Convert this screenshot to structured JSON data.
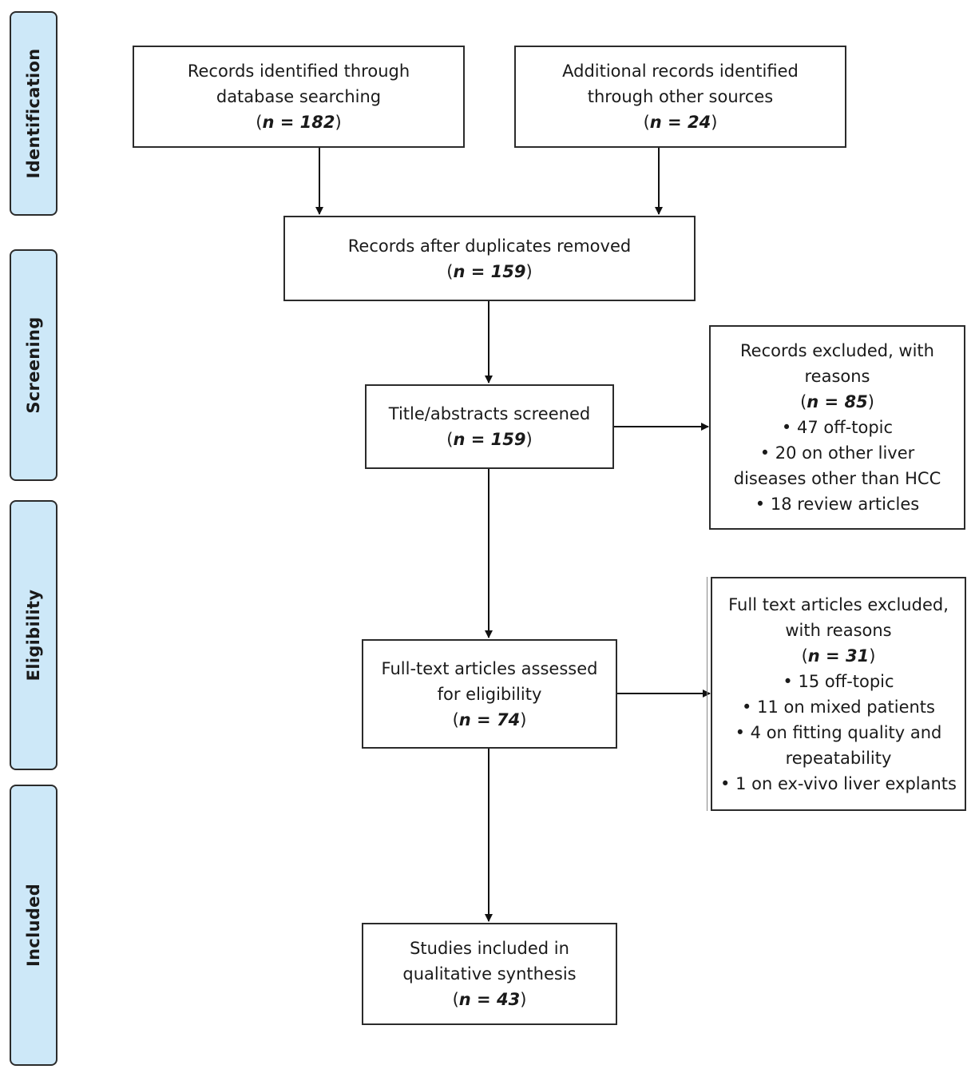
{
  "stages": [
    {
      "label": "Identification"
    },
    {
      "label": "Screening"
    },
    {
      "label": "Eligibility"
    },
    {
      "label": "Included"
    }
  ],
  "boxes": {
    "db_search": {
      "lines": [
        "Records identified through",
        "database searching"
      ],
      "n": "182"
    },
    "other_sources": {
      "lines": [
        "Additional records identified",
        "through other sources"
      ],
      "n": "24"
    },
    "dup_removed": {
      "lines": [
        "Records after duplicates removed"
      ],
      "n": "159"
    },
    "screened": {
      "lines": [
        "Title/abstracts screened"
      ],
      "n": "159"
    },
    "excluded_records": {
      "lines": [
        "Records excluded, with",
        "reasons"
      ],
      "n": "85",
      "reasons": [
        "• 47 off-topic",
        "• 20 on other liver",
        "diseases other than HCC",
        "• 18 review articles"
      ]
    },
    "fulltext_assessed": {
      "lines": [
        "Full-text articles assessed",
        "for eligibility"
      ],
      "n": "74"
    },
    "excluded_fulltext": {
      "lines": [
        "Full text articles excluded,",
        "with reasons"
      ],
      "n": "31",
      "reasons": [
        "• 15 off-topic",
        "• 11 on mixed patients",
        "• 4 on fitting quality and",
        "repeatability",
        "• 1 on ex-vivo liver explants"
      ]
    },
    "included": {
      "lines": [
        "Studies included in",
        "qualitative synthesis"
      ],
      "n": "43"
    }
  },
  "n_prefix": "n",
  "n_equals": " = "
}
